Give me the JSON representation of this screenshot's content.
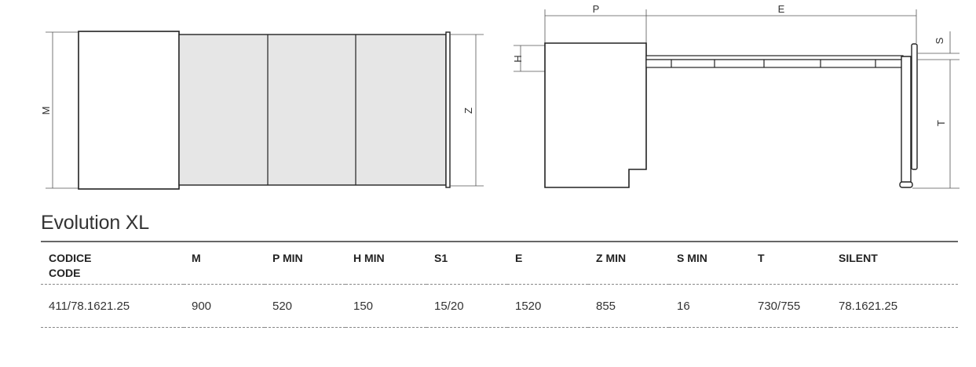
{
  "dimensions_labels": {
    "M": "M",
    "Z": "Z",
    "P": "P",
    "E": "E",
    "H": "H",
    "S": "S",
    "T": "T"
  },
  "product_title": "Evolution XL",
  "table": {
    "headers": [
      {
        "line1": "CODICE",
        "line2": "CODE"
      },
      {
        "line1": "M",
        "line2": ""
      },
      {
        "line1": "P MIN",
        "line2": ""
      },
      {
        "line1": "H MIN",
        "line2": ""
      },
      {
        "line1": "S1",
        "line2": ""
      },
      {
        "line1": "E",
        "line2": ""
      },
      {
        "line1": "Z MIN",
        "line2": ""
      },
      {
        "line1": "S MIN",
        "line2": ""
      },
      {
        "line1": "T",
        "line2": ""
      },
      {
        "line1": "SILENT",
        "line2": ""
      }
    ],
    "rows": [
      [
        "411/78.1621.25",
        "900",
        "520",
        "150",
        "15/20",
        "1520",
        "855",
        "16",
        "730/755",
        "78.1621.25"
      ]
    ]
  },
  "colors": {
    "panel_fill": "#e6e6e6",
    "line": "#222222",
    "rule": "#666666"
  }
}
